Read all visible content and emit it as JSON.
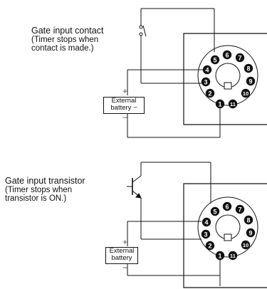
{
  "sections": [
    {
      "input_label": "Gate input contact",
      "input_note": "(Timer stops when contact is made.)",
      "input_note_line1": "(Timer stops when",
      "input_note_line2": "contact is made.)",
      "battery_line1": "External",
      "battery_line2": "battery",
      "plus_sign": "+",
      "minus_sign": "−",
      "battery_minus": "−",
      "pins": [
        "1",
        "2",
        "3",
        "4",
        "5",
        "6",
        "7",
        "8",
        "9",
        "10",
        "11"
      ]
    },
    {
      "input_label": "Gate input transistor",
      "input_note": "(Timer stops when transistor is ON.)",
      "input_note_line1": "(Timer stops when",
      "input_note_line2": "transistor is ON.)",
      "battery_line1": "External",
      "battery_line2": "battery",
      "plus_sign": "+",
      "minus_sign": "−",
      "pins": [
        "1",
        "2",
        "3",
        "4",
        "5",
        "6",
        "7",
        "8",
        "9",
        "10",
        "11"
      ]
    }
  ]
}
